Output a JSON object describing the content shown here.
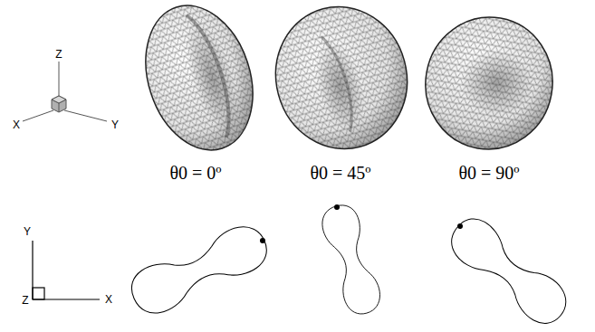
{
  "diagram": {
    "labels": [
      "Z",
      "X",
      "Y",
      "θ0 = 0º",
      "θ0 = 45º",
      "θ0 = 90º",
      "Y",
      "Z",
      "X"
    ]
  }
}
